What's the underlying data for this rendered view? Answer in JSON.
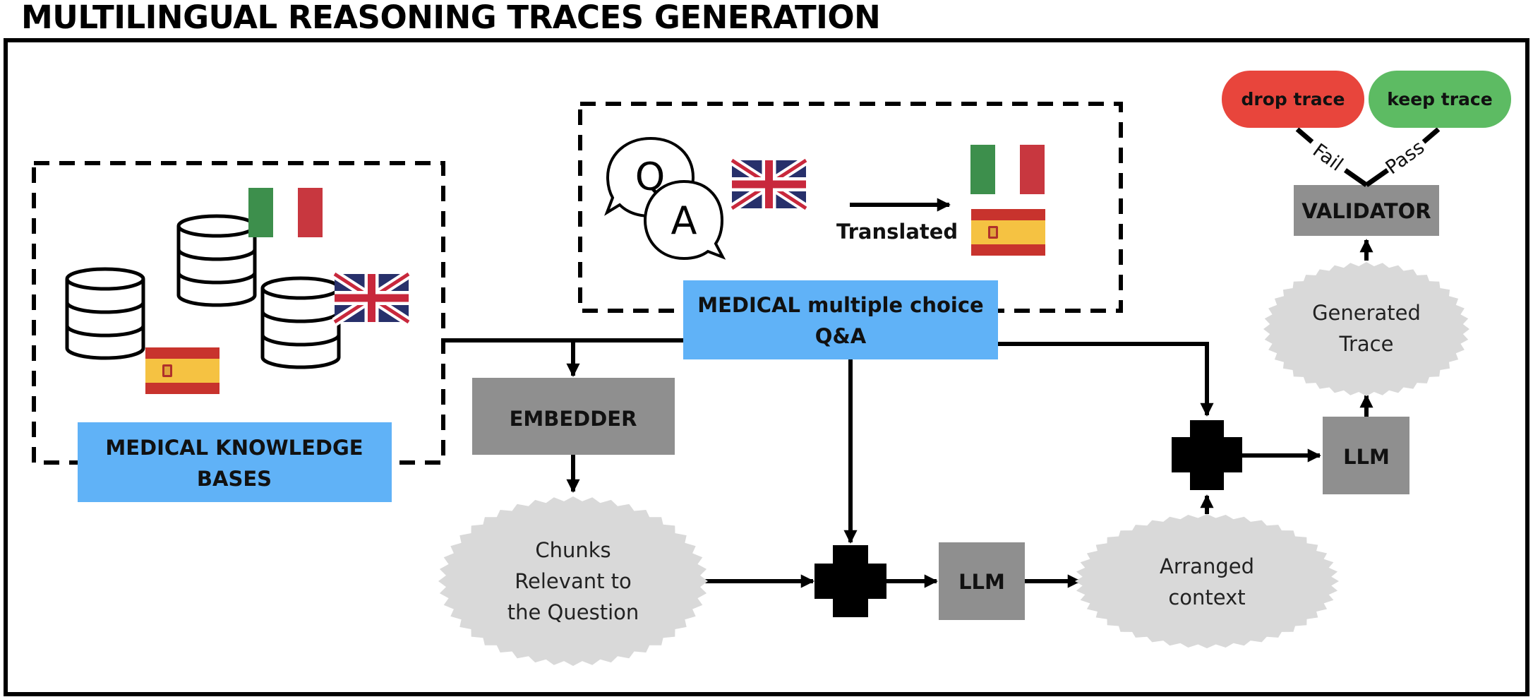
{
  "title": "MULTILINGUAL REASONING TRACES GENERATION",
  "knowledge_bases": {
    "label_line1": "MEDICAL KNOWLEDGE",
    "label_line2": "BASES",
    "flags": [
      "italy-flag",
      "uk-flag",
      "spain-flag"
    ],
    "icon": "database-icon"
  },
  "qa_panel": {
    "label_line1": "MEDICAL multiple choice",
    "label_line2": "Q&A",
    "translated_label": "Translated",
    "icon": "qa-chat-icon",
    "source_flag": "uk-flag",
    "target_flags": [
      "italy-flag",
      "spain-flag"
    ]
  },
  "embedder": {
    "label": "EMBEDDER"
  },
  "chunks": {
    "line1": "Chunks",
    "line2": "Relevant to",
    "line3": "the Question"
  },
  "llm_context": {
    "label": "LLM"
  },
  "arranged_context": {
    "line1": "Arranged",
    "line2": "context"
  },
  "llm_trace": {
    "label": "LLM"
  },
  "generated_trace": {
    "line1": "Generated",
    "line2": "Trace"
  },
  "validator": {
    "label": "VALIDATOR"
  },
  "outcomes": {
    "drop_label": "drop trace",
    "keep_label": "keep trace",
    "fail_label": "Fail",
    "pass_label": "Pass"
  },
  "colors": {
    "blue": "#60b2f7",
    "gray_box": "#8f8f8f",
    "cloud": "#d9d9d9",
    "red": "#e8453c",
    "green": "#5dbb63"
  }
}
